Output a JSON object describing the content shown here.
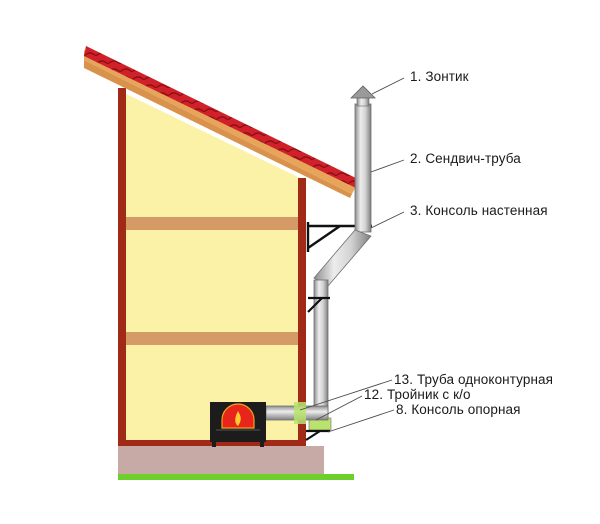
{
  "labels": [
    {
      "number": "1.",
      "text": "Зонтик"
    },
    {
      "number": "2.",
      "text": "Сендвич-труба"
    },
    {
      "number": "3.",
      "text": "Консоль настенная"
    },
    {
      "number": "13.",
      "text": "Труба одноконтурная"
    },
    {
      "number": "12.",
      "text": "Тройник с к/о"
    },
    {
      "number": "8.",
      "text": "Консоль опорная"
    }
  ],
  "colors": {
    "roof": "#d0202a",
    "roof_edge": "#e6a55a",
    "wall_fill": "#fbf2a8",
    "timber": "#a02a17",
    "beam": "#d69a66",
    "foundation": "#c7a9a6",
    "ground": "#6ccf2c",
    "stove": "#1c1c1c",
    "fire": "#e8251b",
    "pipe": "#c8c8c8",
    "pipe_dark": "#7a7a7a",
    "tee_accent": "#b9e36d"
  }
}
